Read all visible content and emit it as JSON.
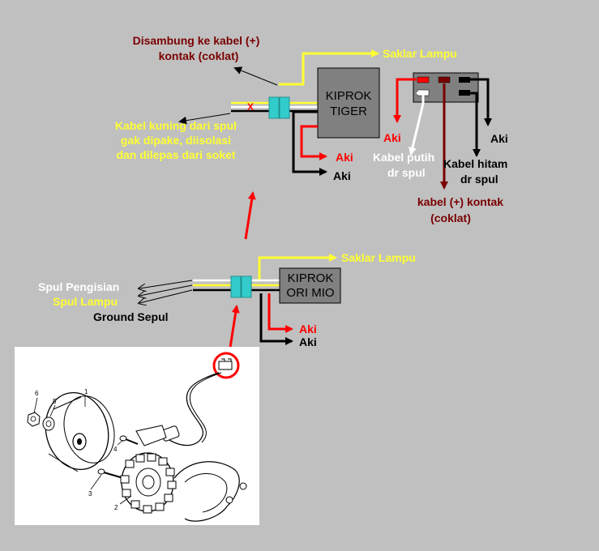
{
  "colors": {
    "background": "#c0c0c0",
    "note_dark_red": "#7a0000",
    "label_yellow": "#ffff33",
    "wire_red": "#ff0000",
    "wire_black": "#000000",
    "wire_white": "#ffffff",
    "connector_teal": "#33cccc",
    "kiprok_box": "#808080"
  },
  "top_section": {
    "note_connect_line1": "Disambung ke kabel (+)",
    "note_connect_line2": "kontak (coklat)",
    "label_saklar": "Saklar Lampu",
    "kiprok_line1": "KIPROK",
    "kiprok_line2": "TIGER",
    "cut_mark": "X",
    "note_yellow_line1": "Kabel kuning dari spul",
    "note_yellow_line2": "gak dipake,  diisolasi",
    "note_yellow_line3": "dan dilepas dari soket",
    "label_aki_red": "Aki",
    "label_aki_black": "Aki"
  },
  "socket_section": {
    "label_aki_red": "Aki",
    "label_white_line1": "Kabel putih",
    "label_white_line2": "dr spul",
    "label_black_line1": "Kabel hitam",
    "label_black_line2": "dr spul",
    "label_aki_black": "Aki",
    "label_brown_line1": "kabel (+) kontak",
    "label_brown_line2": "(coklat)"
  },
  "bottom_section": {
    "label_spul_pengisian": "Spul Pengisian",
    "label_spul_lampu": "Spul Lampu",
    "label_ground": "Ground Sepul",
    "label_saklar": "Saklar Lampu",
    "kiprok_line1": "KIPROK",
    "kiprok_line2": "ORI MIO",
    "label_aki_red": "Aki",
    "label_aki_black": "Aki"
  },
  "parts_drawing": {
    "part_numbers": [
      "1",
      "2",
      "3",
      "4",
      "5",
      "6"
    ]
  }
}
